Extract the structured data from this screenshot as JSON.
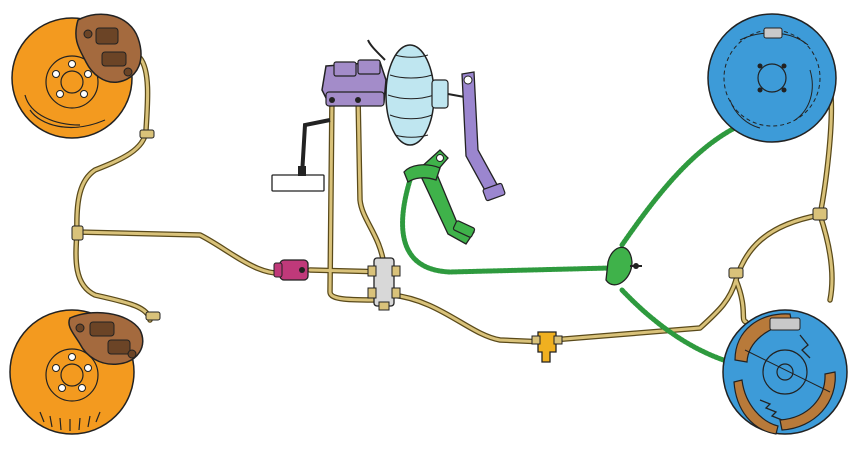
{
  "colors": {
    "background": "#ffffff",
    "disc_rotor": "#f39a1f",
    "caliper": "#a46a3e",
    "caliper_dark": "#6b4426",
    "drum_backing": "#3d9bd8",
    "drum_shoe": "#b87a3a",
    "brake_line": "#d9c27a",
    "brake_line_outline": "#5a4a1a",
    "master_cylinder": "#a38cc9",
    "booster": "#bfe6f0",
    "pedal": "#9b86cf",
    "parking_cable": "#2e9a3e",
    "parking_pedal": "#3fb24a",
    "proportioning_valve": "#c0397a",
    "distribution_block": "#d8d8d8",
    "rear_junction": "#f0b020",
    "equalizer": "#3fb24a",
    "outline": "#222222"
  },
  "components": [
    {
      "id": "front-left-disc-brake",
      "kind": "disc-rotor"
    },
    {
      "id": "front-right-disc-brake",
      "kind": "disc-rotor"
    },
    {
      "id": "rear-left-drum-brake",
      "kind": "drum-backing"
    },
    {
      "id": "rear-right-drum-brake",
      "kind": "drum-open"
    },
    {
      "id": "master-cylinder",
      "kind": "reservoir"
    },
    {
      "id": "brake-booster",
      "kind": "vacuum-booster"
    },
    {
      "id": "brake-pedal",
      "kind": "pedal"
    },
    {
      "id": "parking-brake-pedal",
      "kind": "pedal"
    },
    {
      "id": "proportioning-valve",
      "kind": "valve"
    },
    {
      "id": "distribution-block",
      "kind": "junction"
    },
    {
      "id": "rear-junction-block",
      "kind": "junction"
    },
    {
      "id": "parking-cable-equalizer",
      "kind": "equalizer"
    }
  ]
}
